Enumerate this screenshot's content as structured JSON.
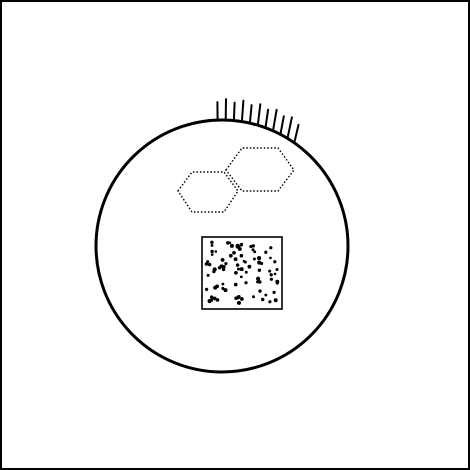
{
  "diagram": {
    "stroke_color": "#000000",
    "background_color": "#ffffff",
    "shapes": [
      {
        "kind": "frame",
        "name": "outer-frame"
      },
      {
        "kind": "circle",
        "name": "main-circle"
      },
      {
        "kind": "tick-fringe",
        "name": "fringe-ticks",
        "count": 11
      },
      {
        "kind": "dotted-hexagon",
        "name": "left-hexagon"
      },
      {
        "kind": "dotted-hexagon",
        "name": "right-hexagon"
      },
      {
        "kind": "dotted-square",
        "name": "speckled-square",
        "dot_count": 90
      }
    ]
  }
}
